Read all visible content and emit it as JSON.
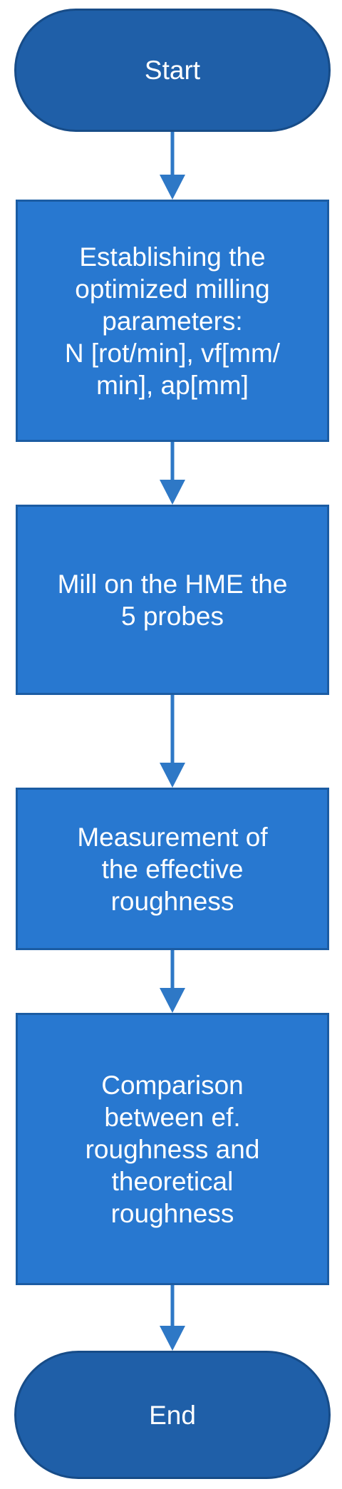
{
  "flowchart": {
    "colors": {
      "terminal_fill": "#1f5fa8",
      "process_fill": "#2878d0",
      "connector": "#2e78c6",
      "text": "#ffffff"
    },
    "nodes": [
      {
        "id": "start",
        "type": "terminal",
        "label": "Start"
      },
      {
        "id": "establish-params",
        "type": "process",
        "label": "Establishing  the\noptimized milling\nparameters:\nN [rot/min], vf[mm/\nmin], ap[mm]"
      },
      {
        "id": "mill-probes",
        "type": "process",
        "label": "Mill on the HME the\n5 probes"
      },
      {
        "id": "measure-roughness",
        "type": "process",
        "label": "Measurement of\nthe effective\nroughness"
      },
      {
        "id": "compare-roughness",
        "type": "process",
        "label": "Comparison\nbetween ef.\nroughness and\ntheoretical\nroughness"
      },
      {
        "id": "end",
        "type": "terminal",
        "label": "End"
      }
    ],
    "edges": [
      {
        "from": "start",
        "to": "establish-params"
      },
      {
        "from": "establish-params",
        "to": "mill-probes"
      },
      {
        "from": "mill-probes",
        "to": "measure-roughness"
      },
      {
        "from": "measure-roughness",
        "to": "compare-roughness"
      },
      {
        "from": "compare-roughness",
        "to": "end"
      }
    ]
  }
}
